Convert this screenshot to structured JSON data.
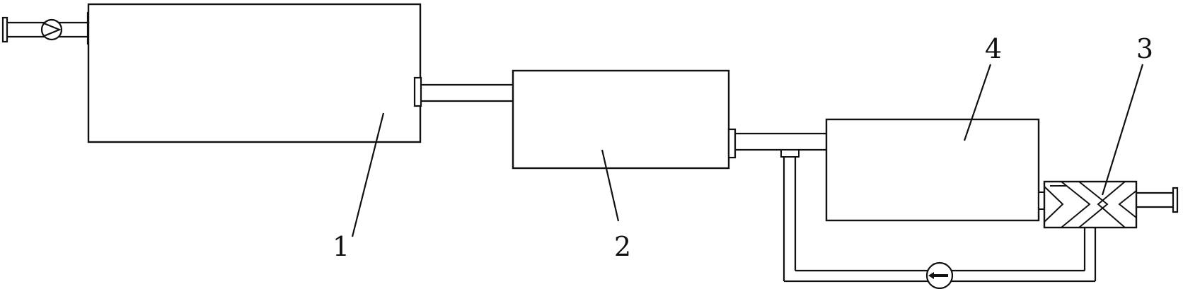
{
  "diagram": {
    "labels": {
      "tank1": "1",
      "tank2": "2",
      "filter3": "3",
      "unit4": "4"
    },
    "line_color": "#111111",
    "background": "#ffffff",
    "icons": {
      "pump": "pump-symbol",
      "gauge": "flow-meter-symbol",
      "filter": "crosshatch-filter"
    }
  }
}
